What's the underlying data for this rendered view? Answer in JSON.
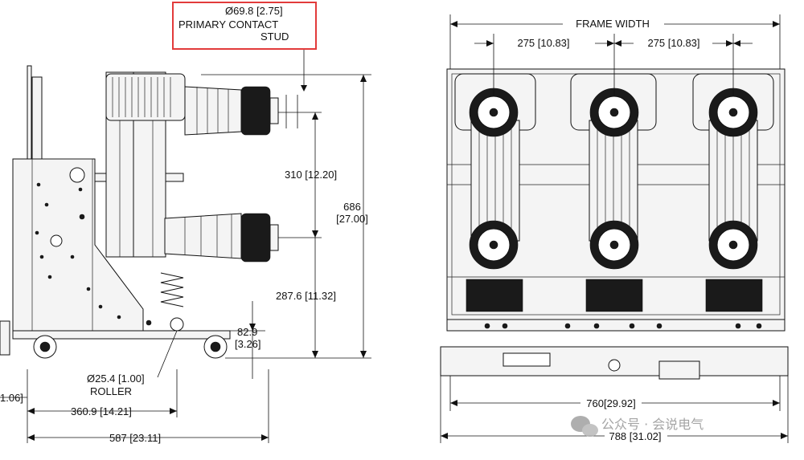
{
  "callout": {
    "line1": "Ø69.8 [2.75]",
    "line2": "PRIMARY CONTACT",
    "line3": "STUD",
    "box_color": "#e23b3b"
  },
  "side_view": {
    "dim_310": "310 [12.20]",
    "dim_686_top": "686",
    "dim_686_bottom": "[27.00]",
    "dim_287": "287.6 [11.32]",
    "dim_82_top": "82.9",
    "dim_82_bottom": "[3.26]",
    "roller_line1": "Ø25.4 [1.00]",
    "roller_line2": "ROLLER",
    "dim_1_06": "1.06]",
    "dim_360": "360.9 [14.21]",
    "dim_587": "587 [23.11]"
  },
  "front_view": {
    "frame_width": "FRAME WIDTH",
    "dim_275_left": "275 [10.83]",
    "dim_275_right": "275 [10.83]",
    "dim_760": "760[29.92]",
    "dim_788": "788 [31.02]"
  },
  "watermark": {
    "text": "公众号 · 会说电气",
    "icon": "wechat-icon"
  }
}
